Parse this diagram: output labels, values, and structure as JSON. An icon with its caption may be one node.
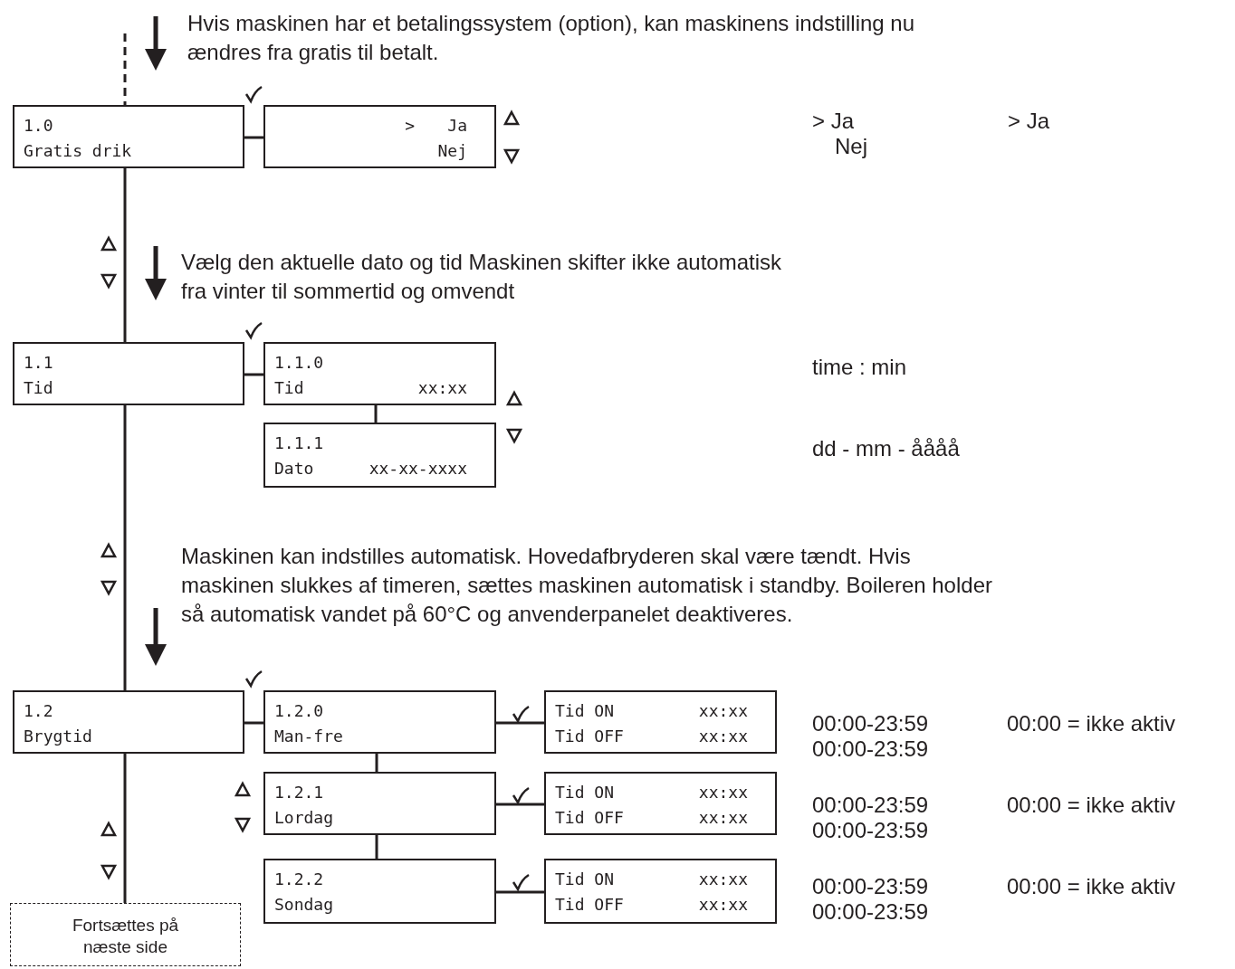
{
  "diagram": {
    "nodes": [
      {
        "text": [
          "1.0",
          "Gratis drik"
        ]
      },
      {
        "text": [
          ">",
          "Ja",
          "Nej"
        ]
      },
      {
        "text": [
          "1.1",
          "Tid"
        ]
      },
      {
        "text": [
          "1.1.0",
          "Tid",
          "xx:xx"
        ]
      },
      {
        "text": [
          "1.1.1",
          "Dato",
          "xx-xx-xxxx"
        ]
      },
      {
        "text": [
          "1.2",
          "Brygtid"
        ]
      },
      {
        "text": [
          "1.2.0",
          "Man-fre"
        ]
      },
      {
        "text": [
          "Tid ON",
          "xx:xx",
          "Tid OFF",
          "xx:xx"
        ]
      },
      {
        "text": [
          "1.2.1",
          "Lordag"
        ]
      },
      {
        "text": [
          "Tid ON",
          "xx:xx",
          "Tid OFF",
          "xx:xx"
        ]
      },
      {
        "text": [
          "1.2.2",
          "Sondag"
        ]
      },
      {
        "text": [
          "Tid ON",
          "xx:xx",
          "Tid OFF",
          "xx:xx"
        ]
      },
      {
        "text": [
          "Fortsættes på næste side"
        ]
      }
    ],
    "edges": [
      {
        "from": null,
        "to": 0,
        "arrow": "none",
        "style": "dashed"
      },
      {
        "from": 0,
        "to": 1,
        "arrow": "none"
      },
      {
        "from": 0,
        "to": 2,
        "arrow": "none"
      },
      {
        "from": 2,
        "to": 3,
        "arrow": "none"
      },
      {
        "from": 3,
        "to": 4,
        "arrow": "none"
      },
      {
        "from": 2,
        "to": 5,
        "arrow": "none"
      },
      {
        "from": 5,
        "to": 6,
        "arrow": "none"
      },
      {
        "from": 6,
        "to": 7,
        "arrow": "none"
      },
      {
        "from": 6,
        "to": 8,
        "arrow": "none"
      },
      {
        "from": 8,
        "to": 9,
        "arrow": "none"
      },
      {
        "from": 8,
        "to": 10,
        "arrow": "none"
      },
      {
        "from": 10,
        "to": 11,
        "arrow": "none"
      },
      {
        "from": 5,
        "to": 12,
        "arrow": "none"
      }
    ],
    "labels": [
      "Hvis maskinen har et betalingssystem (option), kan maskinens indstilling nu ændres fra gratis til betalt.",
      "> Ja",
      "> Ja",
      "Nej",
      "Vælg den aktuelle dato og tid Maskinen skifter ikke automatisk fra vinter til sommertid og omvendt",
      "time : min",
      "dd - mm - åååå",
      "Maskinen kan indstilles automatisk. Hovedafbryderen skal være tændt. Hvis maskinen slukkes af timeren, sættes maskinen automatisk i standby. Boileren holder så automatisk vandet på 60°C og anvenderpanelet deaktiveres.",
      "00:00-23:59",
      "00:00 = ikke aktiv",
      "00:00-23:59",
      "00:00-23:59",
      "00:00 = ikke aktiv",
      "00:00-23:59",
      "00:00-23:59",
      "00:00 = ikke aktiv",
      "00:00-23:59"
    ]
  }
}
